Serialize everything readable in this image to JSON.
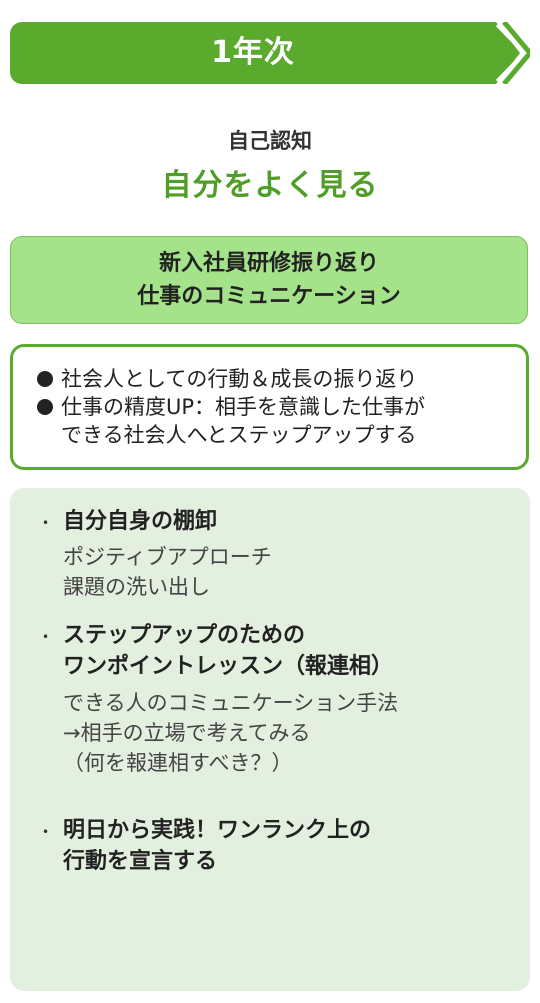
{
  "banner": {
    "title": "1年次"
  },
  "subtitle": {
    "small": "自己認知",
    "big": "自分をよく見る"
  },
  "topic": {
    "line1": "新入社員研修振り返り",
    "line2": "仕事のコミュニケーション"
  },
  "goals": {
    "item1": "社会人としての行動＆成長の振り返り",
    "item2_line1": "仕事の精度UP：相手を意識した仕事が",
    "item2_line2": "できる社会人へとステップアップする"
  },
  "content": {
    "bullet": "•",
    "sec1": {
      "head": "自分自身の棚卸",
      "line1": "ポジティブアプローチ",
      "line2": "課題の洗い出し"
    },
    "sec2": {
      "head1": "ステップアップのための",
      "head2": "ワンポイントレッスン（報連相）",
      "line1": "できる人のコミュニケーション手法",
      "line2": "→相手の立場で考えてみる",
      "line3": "（何を報連相すべき？）"
    },
    "sec3": {
      "head1": "明日から実践！ワンランク上の",
      "head2": "行動を宣言する"
    }
  },
  "colors": {
    "accent": "#5aaa2e",
    "topic_bg": "#a5e38a",
    "content_bg": "#e3efdf"
  },
  "icons": {
    "banner_arrow": "chevron-right-icon",
    "goal_bullet": "black-circle-icon"
  }
}
